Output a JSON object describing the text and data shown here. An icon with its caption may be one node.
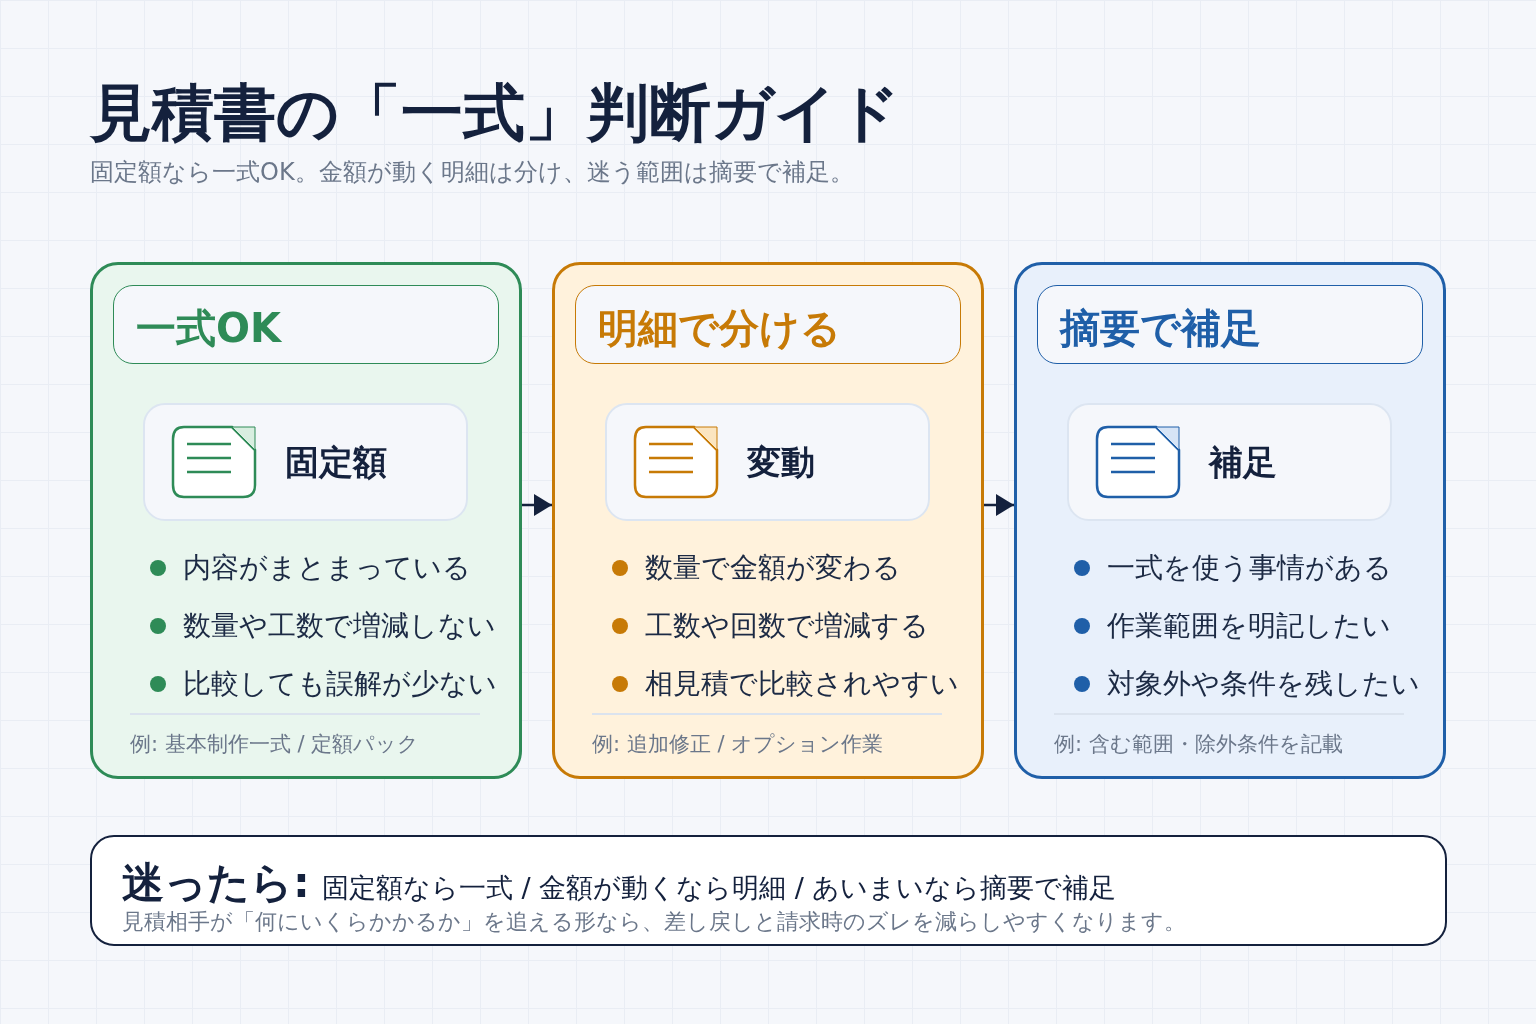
{
  "diagram": {
    "title": "見積書の「一式」判断ガイド",
    "nodes": [
      {
        "text": [
          "内容がまとまっている",
          "数量や工数で増減しない",
          "比較しても誤解が少ない",
          "例: 基本制作一式 / 定額パック"
        ]
      },
      {
        "text": [
          "一式OK"
        ],
        "in": 0
      },
      {
        "text": [
          "固定額"
        ],
        "in": 0
      },
      {
        "text": [
          "数量で金額が変わる",
          "工数や回数で増減する",
          "相見積で比較されやすい",
          "例: 追加修正 / オプション作業"
        ]
      },
      {
        "text": [
          "明細で分ける"
        ],
        "in": 3
      },
      {
        "text": [
          "変動"
        ],
        "in": 3
      },
      {
        "text": [
          "一式を使う事情がある",
          "作業範囲を明記したい",
          "対象外や条件を残したい",
          "例: 含む範囲・除外条件を記載"
        ]
      },
      {
        "text": [
          "摘要で補足"
        ],
        "in": 6
      },
      {
        "text": [
          "補足"
        ],
        "in": 6
      },
      {
        "text": [
          "迷ったら:",
          "固定額なら一式 / 金額が動くなら明細 / あいまいなら摘要で補足",
          "見積相手が「何にいくらかかるか」を追える形なら、差し戻しと請求時のズレを減らしやすくなります。"
        ]
      }
    ],
    "edges": [
      {
        "from": 0,
        "to": 3,
        "arrow": "to"
      },
      {
        "from": 3,
        "to": 6,
        "arrow": "to"
      }
    ],
    "labels": [
      "固定額なら一式OK。金額が動く明細は分け、迷う範囲は摘要で補足。"
    ]
  }
}
